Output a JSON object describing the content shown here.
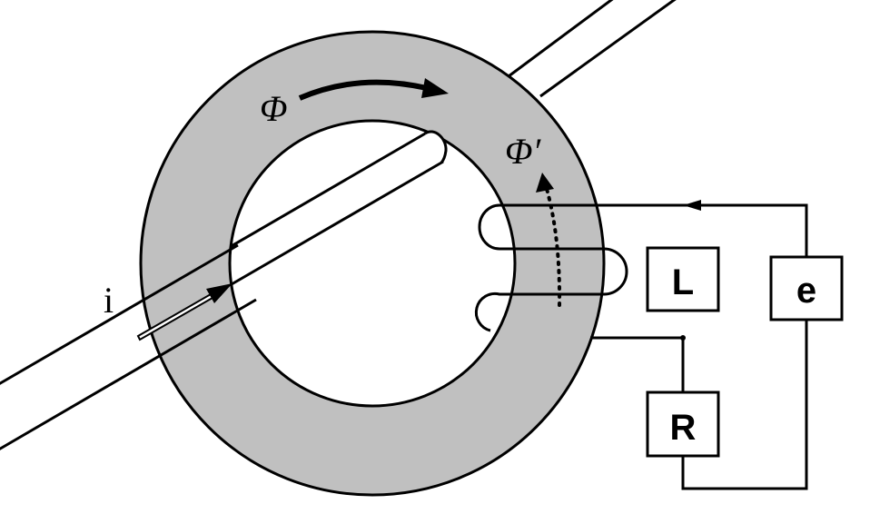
{
  "labels": {
    "flux_main": "Φ",
    "flux_leak": "Φ′",
    "current": "i",
    "inductor": "L",
    "resistor": "R",
    "source": "e"
  },
  "colors": {
    "core_fill": "#c0c0c0",
    "stroke": "#000000",
    "background": "#ffffff"
  }
}
